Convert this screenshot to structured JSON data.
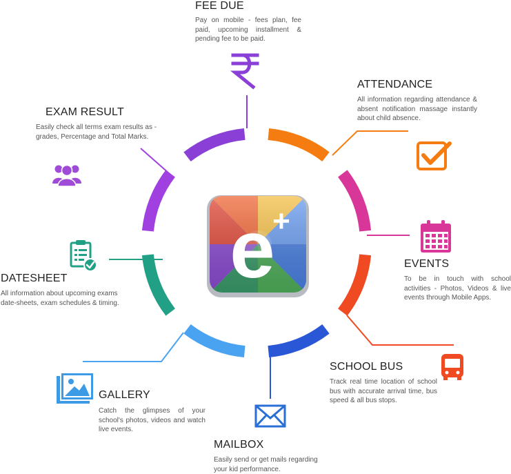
{
  "colors": {
    "purple": "#8a3fd6",
    "magenta_purple": "#a040e0",
    "orange": "#f57c10",
    "pink": "#d9369a",
    "red": "#f04a22",
    "blue_dark": "#2a57d6",
    "blue_light": "#4aa3f0",
    "teal": "#22a085",
    "icon_purple": "#a04ad8",
    "icon_orange": "#f57c10",
    "icon_pink": "#d9369a",
    "icon_red": "#f04a22",
    "icon_blue": "#2a6fd6",
    "icon_lightblue": "#3d9be6",
    "icon_teal": "#22a085"
  },
  "logo": {
    "letter": "e",
    "plus": "+"
  },
  "features": {
    "fee_due": {
      "title": "FEE DUE",
      "desc": "Pay on mobile - fees plan, fee paid, upcoming installment & pending fee to be paid.",
      "icon": "rupee-icon"
    },
    "attendance": {
      "title": "ATTENDANCE",
      "desc": "All information regarding attendance & absent notification massage instantly about child absence.",
      "icon": "checkbox-icon"
    },
    "events": {
      "title": "EVENTS",
      "desc": "To be in touch with school activities - Photos, Videos & live events through Mobile Apps.",
      "icon": "calendar-icon"
    },
    "school_bus": {
      "title": "SCHOOL BUS",
      "desc": "Track real time location of school bus with accurate arrival time, bus speed & all bus stops.",
      "icon": "bus-icon"
    },
    "mailbox": {
      "title": "MAILBOX",
      "desc": "Easily send or get mails regarding your kid performance.",
      "icon": "envelope-icon"
    },
    "gallery": {
      "title": "GALLERY",
      "desc": "Catch the glimpses of your school's photos, videos and watch live events.",
      "icon": "picture-icon"
    },
    "datesheet": {
      "title": "DATESHEET",
      "desc": "All information about upcoming exams date-sheets, exam schedules & timing.",
      "icon": "clipboard-check-icon"
    },
    "exam_result": {
      "title": "EXAM RESULT",
      "desc": "Easily check all terms exam results as - grades, Percentage and Total Marks.",
      "icon": "users-icon"
    }
  }
}
